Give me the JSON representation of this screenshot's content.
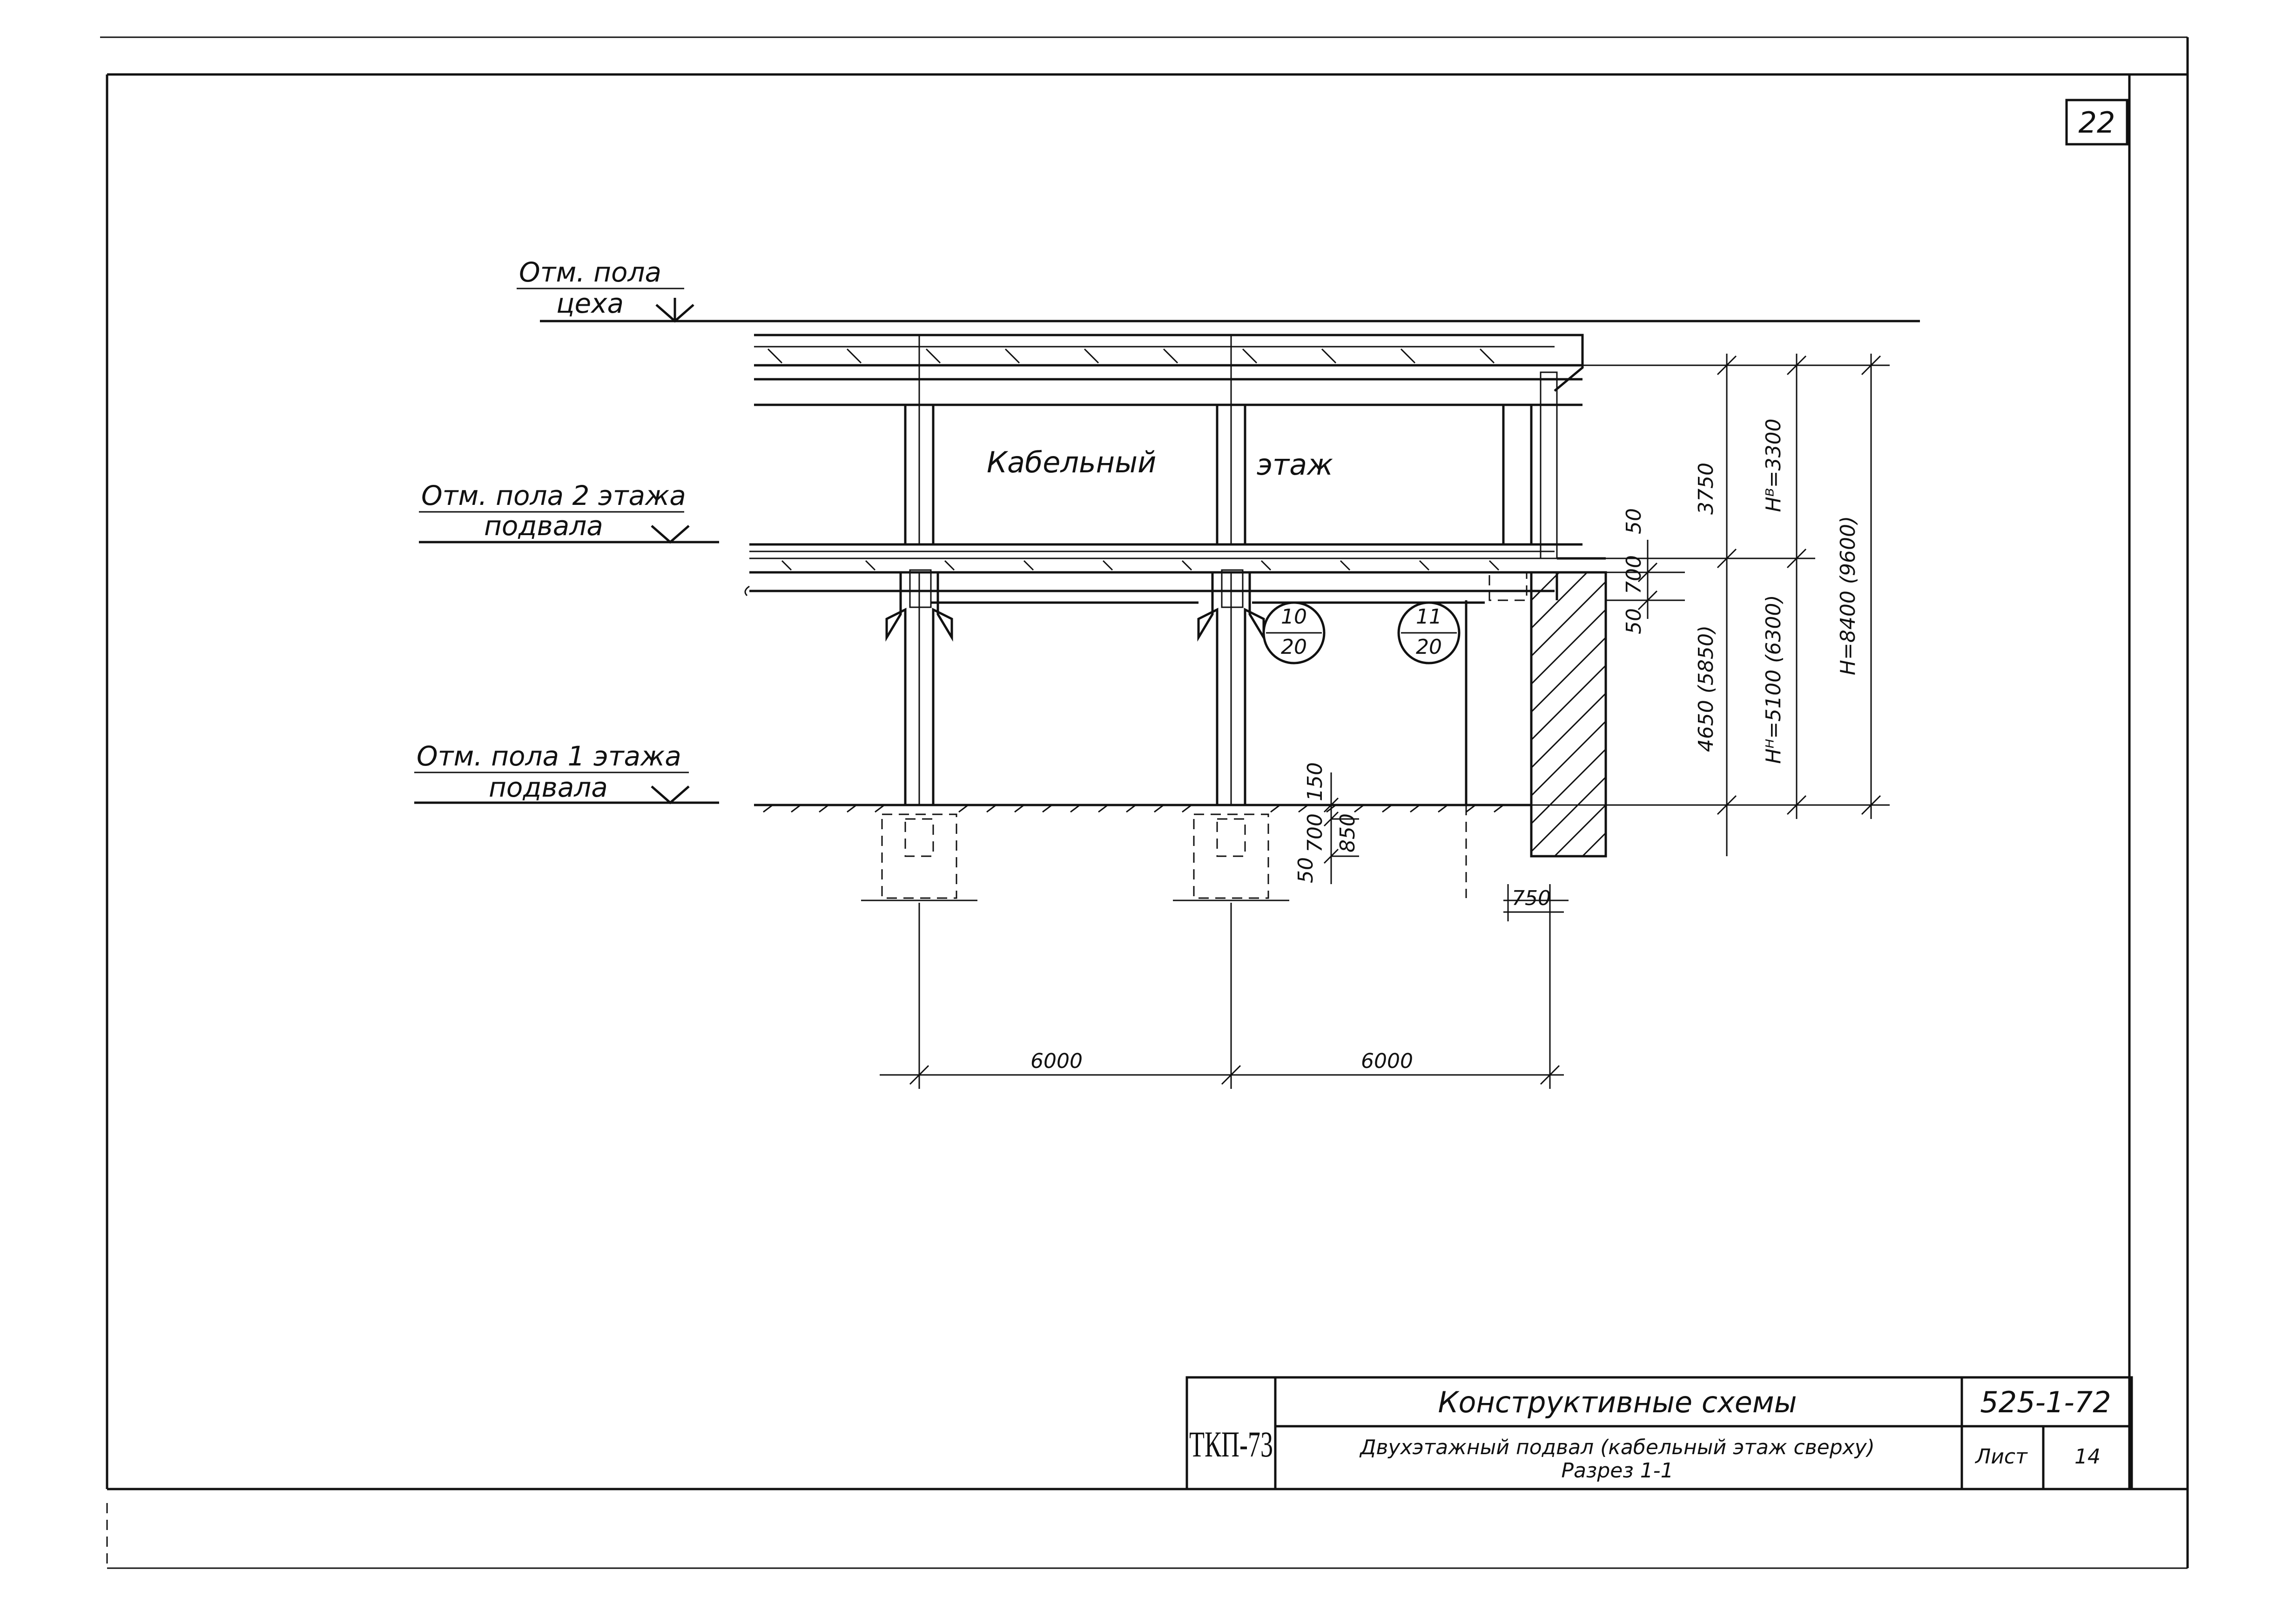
{
  "sheet": {
    "page_number": "22"
  },
  "levels": {
    "shop_floor": {
      "line1": "Отм. пола",
      "line2": "цеха"
    },
    "basement_floor2": {
      "line1": "Отм. пола 2 этажа",
      "line2": "подвала"
    },
    "basement_floor1": {
      "line1": "Отм. пола 1 этажа",
      "line2": "подвала"
    }
  },
  "room_labels": {
    "cable": "Кабельный",
    "floor": "этаж"
  },
  "callouts": [
    {
      "top": "10",
      "bottom": "20"
    },
    {
      "top": "11",
      "bottom": "20"
    }
  ],
  "dimensions": {
    "h3750": "3750",
    "h_upper": "Hᴮ=3300",
    "h_total": "H=8400 (9600)",
    "h_lower_total": "Hᴴ=5100 (6300)",
    "h4650": "4650 (5850)",
    "slab_700": "700",
    "slab_50a": "50",
    "slab_50b": "50",
    "ftg_150": "150",
    "ftg_700": "700",
    "ftg_850": "850",
    "ftg_50": "50",
    "wall_750": "750",
    "span1": "6000",
    "span2": "6000"
  },
  "title_block": {
    "series_code": "ТКП-73",
    "title": "Конструктивные схемы",
    "subtitle_line1": "Двухэтажный подвал (кабельный этаж сверху)",
    "subtitle_line2": "Разрез 1-1",
    "doc_number": "525-1-72",
    "sheet_label": "Лист",
    "sheet_number": "14"
  }
}
